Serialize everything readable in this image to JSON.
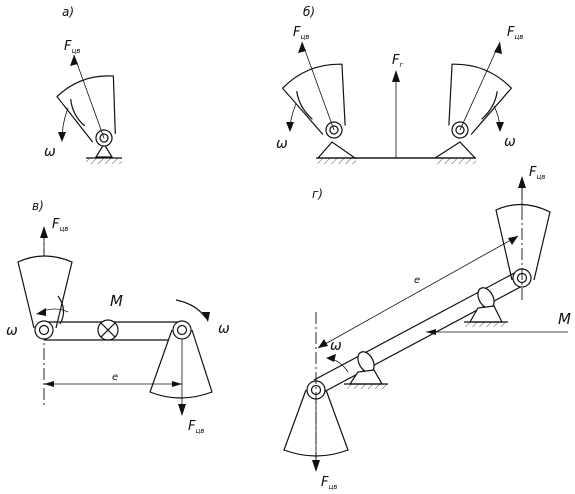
{
  "panels": [
    {
      "id": "a",
      "label": "а)"
    },
    {
      "id": "b",
      "label": "б)"
    },
    {
      "id": "v",
      "label": "в)"
    },
    {
      "id": "g",
      "label": "г)"
    }
  ],
  "symbols": {
    "force_main": "F",
    "force_sub": "цв",
    "gravity_main": "F",
    "gravity_sub": "г",
    "omega": "ω",
    "moment": "M",
    "distance": "e"
  }
}
